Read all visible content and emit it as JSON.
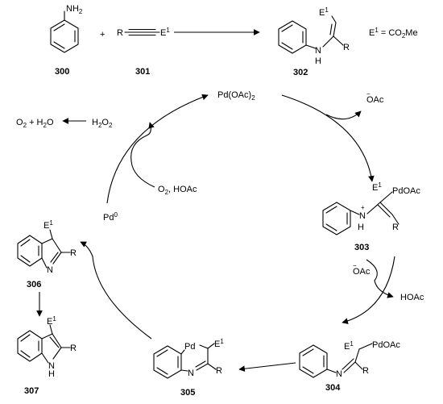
{
  "compounds": {
    "c300": {
      "number": "300",
      "group": "NH",
      "group_sub": "2"
    },
    "c301": {
      "number": "301",
      "r": "R",
      "e": "E",
      "e_sup": "1"
    },
    "c302": {
      "number": "302",
      "e": "E",
      "e_sup": "1",
      "n": "N",
      "h": "H",
      "r": "R"
    },
    "c303": {
      "number": "303",
      "e": "E",
      "e_sup": "1",
      "pd": "PdOAc",
      "n": "N",
      "plus": "+",
      "h": "H",
      "r": "R"
    },
    "c304": {
      "number": "304",
      "e": "E",
      "e_sup": "1",
      "pd": "PdOAc",
      "n": "N",
      "r": "R"
    },
    "c305": {
      "number": "305",
      "pd": "Pd",
      "e": "E",
      "e_sup": "1",
      "n": "N",
      "r": "R"
    },
    "c306": {
      "number": "306",
      "e": "E",
      "e_sup": "1",
      "n": "N",
      "r": "R"
    },
    "c307": {
      "number": "307",
      "e": "E",
      "e_sup": "1",
      "n": "N",
      "h": "H",
      "r": "R"
    }
  },
  "labels": {
    "plus": "+",
    "definition_left": "E",
    "definition_sup": "1",
    "definition_right": " = CO",
    "definition_sub": "2",
    "definition_end": "Me",
    "catalyst": "Pd(OAc)",
    "catalyst_sub": "2",
    "acetate_top": "OAc",
    "acetate_top_charge": "−",
    "acetate_mid": "OAc",
    "acetate_mid_charge": "−",
    "hoac_right": "HOAc",
    "pd0": "Pd",
    "pd0_sup": "0",
    "o2_hoac_a": "O",
    "o2_hoac_sub": "2",
    "o2_hoac_b": ", HOAc",
    "h2o2_a": "H",
    "h2o2_sub1": "2",
    "h2o2_b": "O",
    "h2o2_sub2": "2",
    "o2h2o_a": "O",
    "o2h2o_sub1": "2",
    "o2h2o_b": " + H",
    "o2h2o_sub2": "2",
    "o2h2o_c": "O"
  }
}
